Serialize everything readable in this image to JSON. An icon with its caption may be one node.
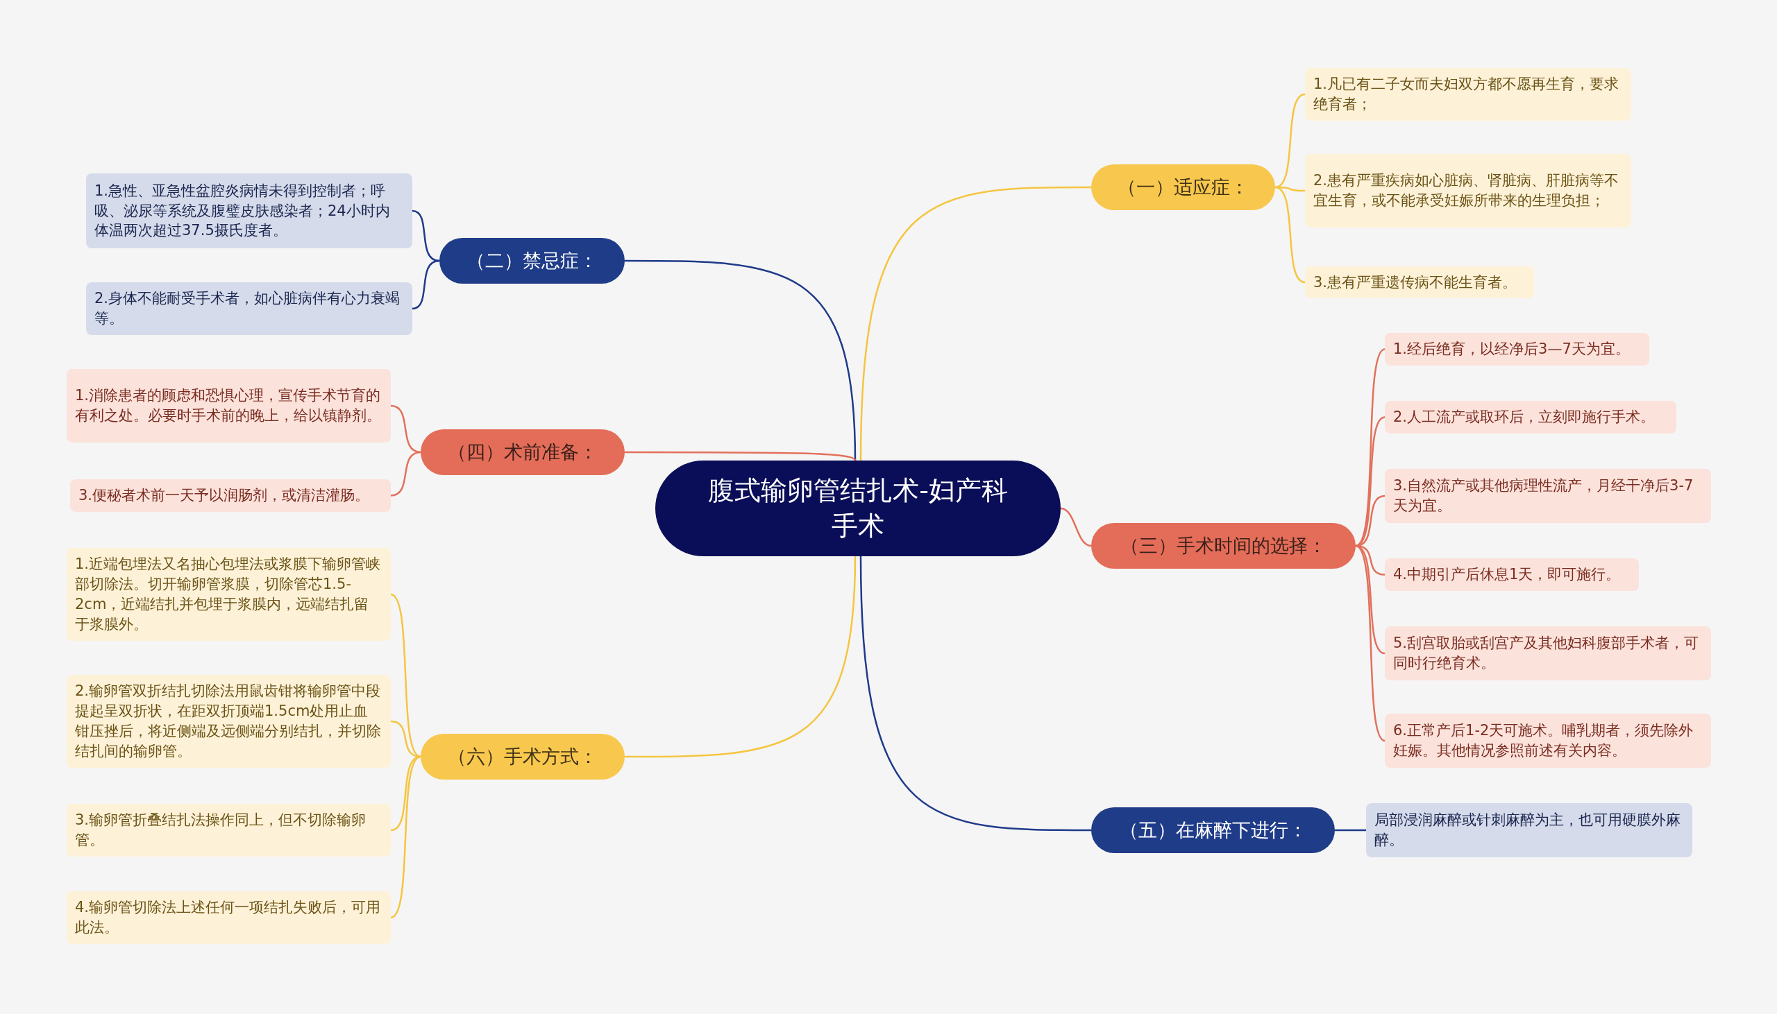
{
  "diagram": {
    "nodes": [
      {
        "text": [
          "腹式输卵管结扎术-妇产科手术"
        ]
      },
      {
        "text": [
          "（一）适应症："
        ]
      },
      {
        "text": [
          "1.凡已有二子女而夫妇双方都不愿再生育，要求绝育者；"
        ]
      },
      {
        "text": [
          "2.患有严重疾病如心脏病、肾脏病、肝脏病等不宜生育，或不能承受妊娠所带来的生理负担；"
        ]
      },
      {
        "text": [
          "3.患有严重遗传病不能生育者。"
        ]
      },
      {
        "text": [
          "（二）禁忌症："
        ]
      },
      {
        "text": [
          "1.急性、亚急性盆腔炎病情未得到控制者；呼吸、泌尿等系统及腹璧皮肤感染者；24小时内体温两次超过37.5摄氏度者。"
        ]
      },
      {
        "text": [
          "2.身体不能耐受手术者，如心脏病伴有心力衰竭等。"
        ]
      },
      {
        "text": [
          "（三）手术时间的选择："
        ]
      },
      {
        "text": [
          "1.经后绝育，以经净后3—7天为宜。"
        ]
      },
      {
        "text": [
          "2.人工流产或取环后，立刻即施行手术。"
        ]
      },
      {
        "text": [
          "3.自然流产或其他病理性流产，月经干净后3-7天为宜。"
        ]
      },
      {
        "text": [
          "4.中期引产后休息1天，即可施行。"
        ]
      },
      {
        "text": [
          "5.刮宫取胎或刮宫产及其他妇科腹部手术者，可同时行绝育术。"
        ]
      },
      {
        "text": [
          "6.正常产后1-2天可施术。哺乳期者，须先除外妊娠。其他情况参照前述有关内容。"
        ]
      },
      {
        "text": [
          "（四）术前准备："
        ]
      },
      {
        "text": [
          "1.消除患者的顾虑和恐惧心理，宣传手术节育的有利之处。必要时手术前的晚上，给以镇静剂。"
        ]
      },
      {
        "text": [
          "3.便秘者术前一天予以润肠剂，或清洁灌肠。"
        ]
      },
      {
        "text": [
          "（五）在麻醉下进行："
        ]
      },
      {
        "text": [
          "局部浸润麻醉或针刺麻醉为主，也可用硬膜外麻醉。"
        ]
      },
      {
        "text": [
          "（六）手术方式："
        ]
      },
      {
        "text": [
          "1.近端包埋法又名抽心包埋法或浆膜下输卵管峡部切除法。切开输卵管浆膜，切除管芯1.5-2cm，近端结扎并包埋于浆膜内，远端结扎留于浆膜外。"
        ]
      },
      {
        "text": [
          "2.输卵管双折结扎切除法用鼠齿钳将输卵管中段提起呈双折状，在距双折顶端1.5cm处用止血钳压挫后，将近侧端及远侧端分别结扎，并切除结扎间的输卵管。"
        ]
      },
      {
        "text": [
          "3.输卵管折叠结扎法操作同上，但不切除输卵管。"
        ]
      },
      {
        "text": [
          "4.输卵管切除法上述任何一项结扎失败后，可用此法。"
        ]
      }
    ],
    "edges": [
      {
        "from": 0,
        "to": 1,
        "arrow": "none",
        "color": "#f5c542"
      },
      {
        "from": 1,
        "to": 2,
        "arrow": "none",
        "color": "#f5c542"
      },
      {
        "from": 1,
        "to": 3,
        "arrow": "none",
        "color": "#f5c542"
      },
      {
        "from": 1,
        "to": 4,
        "arrow": "none",
        "color": "#f5c542"
      },
      {
        "from": 0,
        "to": 5,
        "arrow": "none",
        "color": "#1e3a8a"
      },
      {
        "from": 5,
        "to": 6,
        "arrow": "none",
        "color": "#1e3a8a"
      },
      {
        "from": 5,
        "to": 7,
        "arrow": "none",
        "color": "#1e3a8a"
      },
      {
        "from": 0,
        "to": 8,
        "arrow": "none"
      },
      {
        "from": 8,
        "to": 9,
        "arrow": "none"
      },
      {
        "from": 8,
        "to": 10,
        "arrow": "none"
      },
      {
        "from": 8,
        "to": 11,
        "arrow": "none"
      },
      {
        "from": 8,
        "to": 12,
        "arrow": "none"
      },
      {
        "from": 8,
        "to": 13,
        "arrow": "none"
      },
      {
        "from": 8,
        "to": 14,
        "arrow": "none"
      },
      {
        "from": 0,
        "to": 15,
        "arrow": "none"
      },
      {
        "from": 15,
        "to": 16,
        "arrow": "none"
      },
      {
        "from": 15,
        "to": 17,
        "arrow": "none"
      },
      {
        "from": 0,
        "to": 18,
        "arrow": "none",
        "color": "#1e3a8a"
      },
      {
        "from": 18,
        "to": 19,
        "arrow": "none",
        "color": "#1e3a8a"
      },
      {
        "from": 0,
        "to": 20,
        "arrow": "none",
        "color": "#f5c542"
      },
      {
        "from": 20,
        "to": 21,
        "arrow": "none",
        "color": "#f5c542"
      },
      {
        "from": 20,
        "to": 22,
        "arrow": "none",
        "color": "#f5c542"
      },
      {
        "from": 20,
        "to": 23,
        "arrow": "none",
        "color": "#f5c542"
      },
      {
        "from": 20,
        "to": 24,
        "arrow": "none",
        "color": "#f5c542"
      }
    ]
  }
}
